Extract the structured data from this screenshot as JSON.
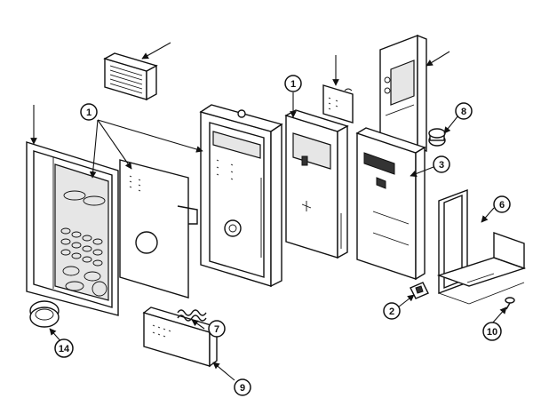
{
  "diagram": {
    "callouts": [
      {
        "id": "c1a",
        "label": "1"
      },
      {
        "id": "c1b",
        "label": "1"
      },
      {
        "id": "c2",
        "label": "2"
      },
      {
        "id": "c3",
        "label": "3"
      },
      {
        "id": "c6",
        "label": "6"
      },
      {
        "id": "c7",
        "label": "7"
      },
      {
        "id": "c8",
        "label": "8"
      },
      {
        "id": "c9",
        "label": "9"
      },
      {
        "id": "c10",
        "label": "10"
      },
      {
        "id": "c14",
        "label": "14"
      }
    ]
  }
}
